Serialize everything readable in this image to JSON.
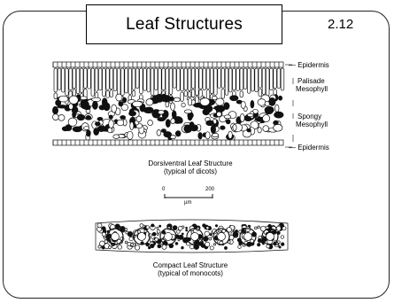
{
  "slide": {
    "title": "Leaf Structures",
    "number": "2.12"
  },
  "labels": {
    "epidermis_top": "— Epidermis",
    "palisade_line1": "Palisade",
    "palisade_line2": "Mesophyll",
    "spongy_line1": "Spongy",
    "spongy_line2": "Mesophyll",
    "epidermis_bottom": "— Epidermis"
  },
  "dicot": {
    "caption_line1": "Dorsiventral Leaf Structure",
    "caption_line2": "(typical of dicots)"
  },
  "scale_bar": {
    "start": "0",
    "end": "200",
    "unit": "µm"
  },
  "monocot": {
    "caption_line1": "Compact Leaf Structure",
    "caption_line2": "(typical of monocots)"
  }
}
